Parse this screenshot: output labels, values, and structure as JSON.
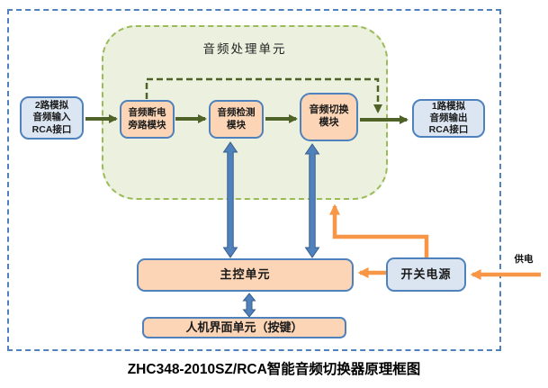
{
  "diagram": {
    "caption": "ZHC348-2010SZ/RCA智能音频切换器原理框图",
    "processing_unit_label": "音频处理单元",
    "supply_label": "供电",
    "blocks": {
      "input": {
        "line1": "2路模拟",
        "line2": "音频输入",
        "line3": "RCA接口"
      },
      "bypass": {
        "line1": "音频断电",
        "line2": "旁路模块"
      },
      "detect": {
        "line1": "音频检测",
        "line2": "模块"
      },
      "switch": {
        "line1": "音频切换",
        "line2": "模块"
      },
      "output": {
        "line1": "1路模拟",
        "line2": "音频输出",
        "line3": "RCA接口"
      },
      "main_control": {
        "label": "主控单元"
      },
      "hmi": {
        "label": "人机界面单元（按键）"
      },
      "power": {
        "label": "开关电源"
      }
    },
    "colors": {
      "outer_border": "#4f81bd",
      "unit_fill": "#ebf1de",
      "unit_border": "#9bbb59",
      "io_fill": "#dce6f2",
      "module_fill": "#fbd5b5",
      "power_fill": "#dbe5f1",
      "box_border": "#4f81bd",
      "signal_arrow_green": "#4f6228",
      "control_arrow_blue": "#4f81bd",
      "power_arrow_orange": "#f79646"
    }
  }
}
